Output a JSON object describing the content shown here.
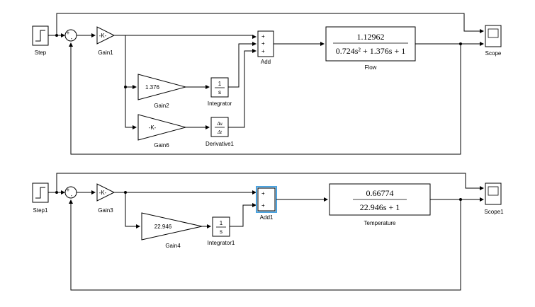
{
  "diagram1": {
    "step": "Step",
    "gain1_label": "Gain1",
    "gain1_value": "-K-",
    "gain2_label": "Gain2",
    "gain2_value": "1.376",
    "gain6_label": "Gain6",
    "gain6_value": "-K-",
    "integrator_label": "Integrator",
    "integrator_top": "1",
    "integrator_bottom": "s",
    "derivative_label": "Derivative1",
    "derivative_top": "Δu",
    "derivative_bottom": "Δt",
    "add_label": "Add",
    "add_signs": [
      "+",
      "+",
      "+"
    ],
    "tf_label": "Flow",
    "tf_num": "1.12962",
    "tf_den": "0.724s² + 1.376s + 1",
    "scope_label": "Scope",
    "sum_signs": [
      "+",
      "-"
    ]
  },
  "diagram2": {
    "step": "Step1",
    "gain3_label": "Gain3",
    "gain3_value": "-K-",
    "gain4_label": "Gain4",
    "gain4_value": "22.946",
    "integrator_label": "Integrator1",
    "integrator_top": "1",
    "integrator_bottom": "s",
    "add_label": "Add1",
    "add_signs": [
      "+",
      "+"
    ],
    "tf_label": "Temperature",
    "tf_num": "0.66774",
    "tf_den": "22.946s + 1",
    "scope_label": "Scope1",
    "sum_signs": [
      "+",
      "-"
    ]
  }
}
